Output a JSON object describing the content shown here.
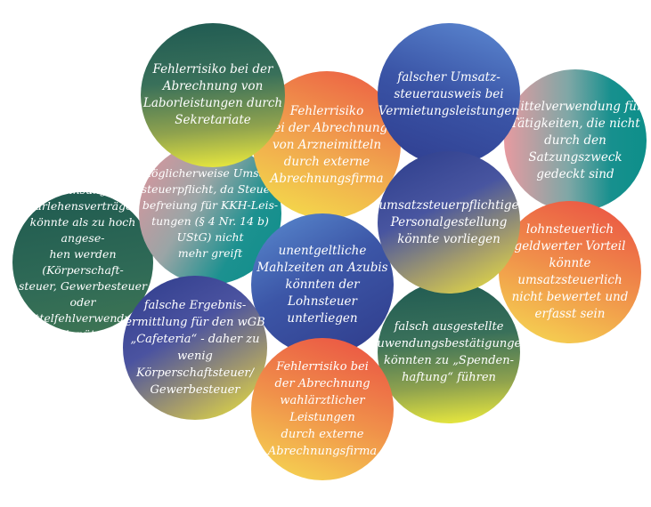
{
  "bubbles": {
    "labor": {
      "text": "Fehlerrisiko bei der\nAbrechnung von\nLaborleistungen durch\nSekretariate"
    },
    "arzneimittel": {
      "text": "Fehlerrisiko\nbei der Abrechnung\nvon Arzneimitteln\ndurch externe\nAbrechnungsfirma"
    },
    "umsatzsteuerausweis": {
      "text": "falscher Umsatz-\nsteuerausweis bei\nVermietungsleistungen"
    },
    "mittelverwendung": {
      "text": "Mittelverwendung für\nTätigkeiten, die nicht\ndurch den Satzungszweck\ngedeckt sind"
    },
    "umsatzsteuerpflicht": {
      "text": "möglicherweise Umsatz-\nsteuerpflicht, da Steuer-\nbefreiung für KKH-Leis-\ntungen (§ 4 Nr. 14 b)\nUStG) nicht\nmehr greift"
    },
    "personalgestellung": {
      "text": "umsatzsteuerpflichtige\nPersonalgestellung\nkönnte vorliegen"
    },
    "verzinsung": {
      "text": "Verzinsung in\nDarlehensverträgen\nkönnte als zu hoch angese-\nhen werden (Körperschaft-\nsteuer, Gewerbesteuer oder\nMittelfehlverwendung\n(Gemeinnützigkeit)"
    },
    "mahlzeiten": {
      "text": "unentgeltliche\nMahlzeiten an Azubis\nkönnten der Lohnsteuer\nunterliegen"
    },
    "lohnsteuerlich": {
      "text": "lohnsteuerlich\ngeldwerter Vorteil\nkönnte umsatzsteuerlich\nnicht bewertet und\nerfasst sein"
    },
    "ergebnisermittlung": {
      "text": "falsche Ergebnis-\nermittlung für den wGB\n„Cafeteria“ - daher zu\nwenig Körperschaftsteuer/\nGewerbesteuer"
    },
    "zuwendung": {
      "text": "falsch ausgestellte\nZuwendungsbestätigungen\nkönnten zu „Spenden-\nhaftung“ führen"
    },
    "wahlaerztlich": {
      "text": "Fehlerrisiko bei\nder Abrechnung\nwahlärztlicher Leistungen\ndurch externe\nAbrechnungsfirma"
    }
  }
}
